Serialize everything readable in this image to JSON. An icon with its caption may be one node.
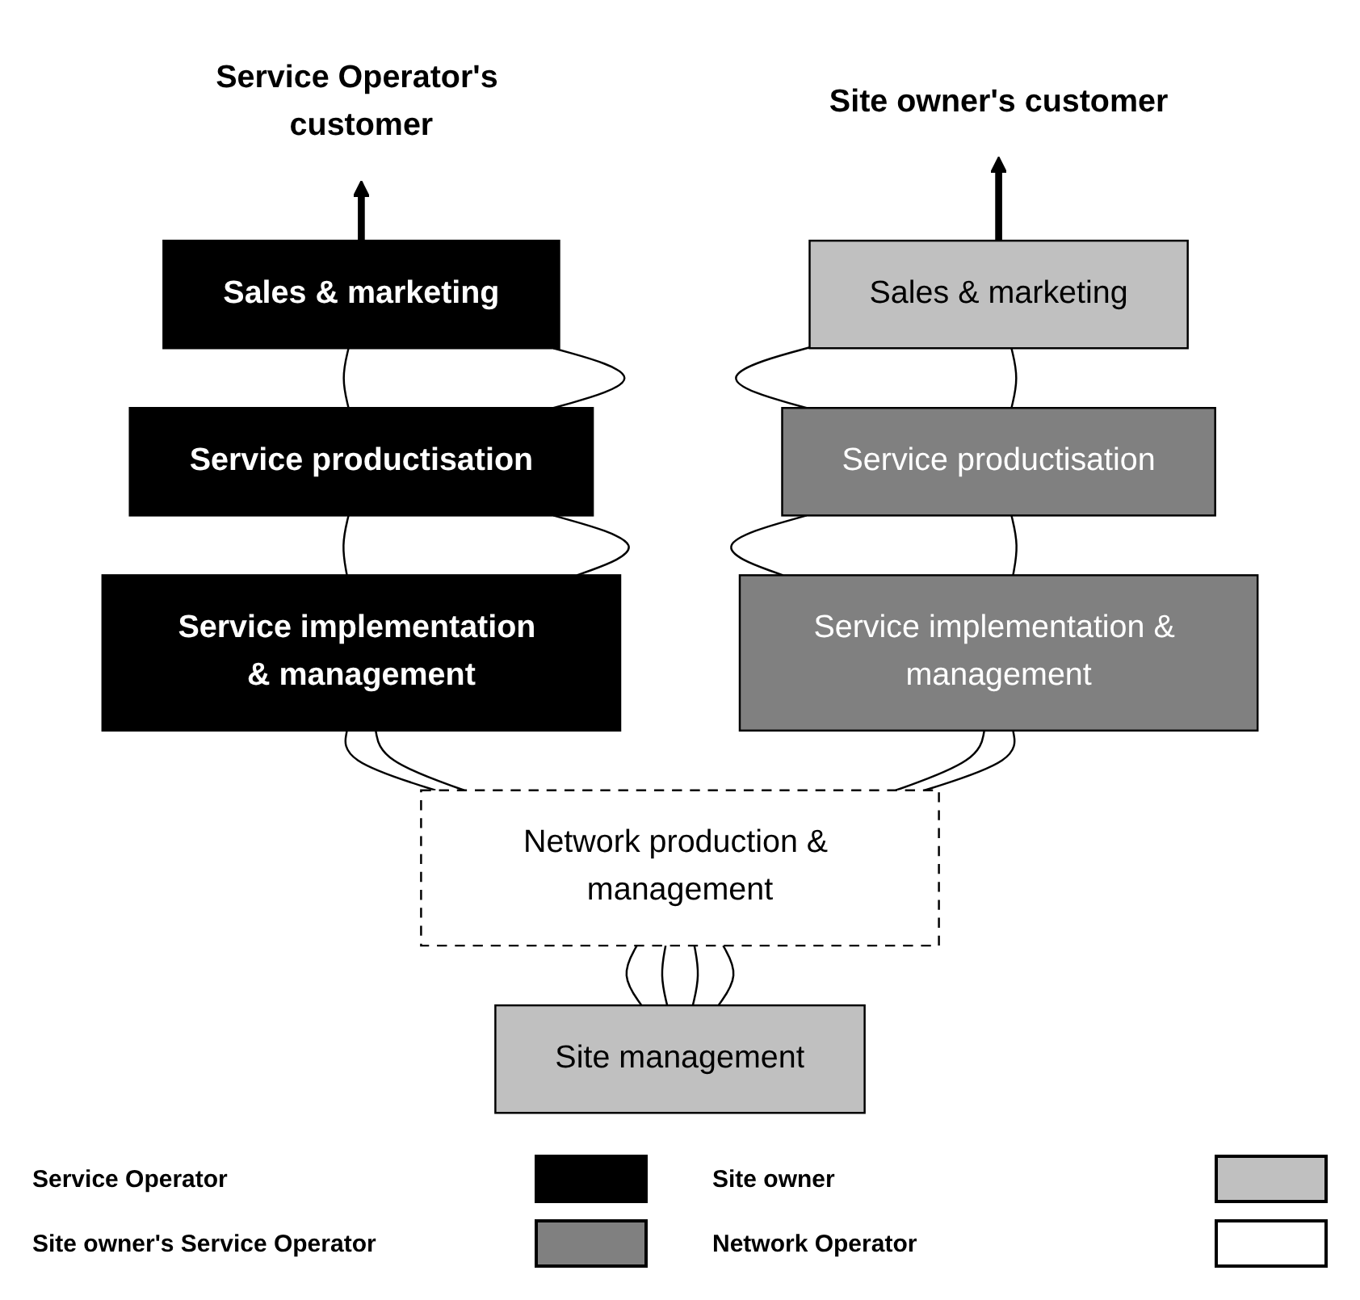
{
  "diagram": {
    "nodes": [
      {
        "text": [
          "Service Operator's customer"
        ]
      },
      {
        "text": [
          "Site owner's customer"
        ]
      },
      {
        "text": [
          "Sales & marketing"
        ]
      },
      {
        "text": [
          "Service productisation"
        ]
      },
      {
        "text": [
          "Service implementation & management"
        ]
      },
      {
        "text": [
          "Sales & marketing"
        ]
      },
      {
        "text": [
          "Service productisation"
        ]
      },
      {
        "text": [
          "Service implementation & management"
        ]
      },
      {
        "text": [
          "Network production & management"
        ]
      },
      {
        "text": [
          "Site management"
        ]
      }
    ],
    "edges": [
      {
        "from": 2,
        "to": 0,
        "arrow": "to",
        "style": "thick"
      },
      {
        "from": 5,
        "to": 1,
        "arrow": "to",
        "style": "thick"
      },
      {
        "from": 3,
        "to": 2,
        "arrow": "none"
      },
      {
        "from": 3,
        "to": 2,
        "arrow": "none"
      },
      {
        "from": 4,
        "to": 3,
        "arrow": "none"
      },
      {
        "from": 4,
        "to": 3,
        "arrow": "none"
      },
      {
        "from": 8,
        "to": 4,
        "arrow": "none"
      },
      {
        "from": 8,
        "to": 4,
        "arrow": "none"
      },
      {
        "from": 6,
        "to": 5,
        "arrow": "none"
      },
      {
        "from": 6,
        "to": 5,
        "arrow": "none"
      },
      {
        "from": 7,
        "to": 6,
        "arrow": "none"
      },
      {
        "from": 7,
        "to": 6,
        "arrow": "none"
      },
      {
        "from": 8,
        "to": 7,
        "arrow": "none"
      },
      {
        "from": 8,
        "to": 7,
        "arrow": "none"
      },
      {
        "from": 9,
        "to": 8,
        "arrow": "none"
      },
      {
        "from": 9,
        "to": 8,
        "arrow": "none"
      },
      {
        "from": 9,
        "to": 8,
        "arrow": "none"
      },
      {
        "from": 9,
        "to": 8,
        "arrow": "none"
      }
    ],
    "legend": [
      {
        "text": "Service Operator",
        "color": "#000000"
      },
      {
        "text": "Site owner",
        "color": "#c0c0c0"
      },
      {
        "text": "Site owner's Service Operator",
        "color": "#808080"
      },
      {
        "text": "Network Operator",
        "color": "#ffffff"
      }
    ]
  }
}
